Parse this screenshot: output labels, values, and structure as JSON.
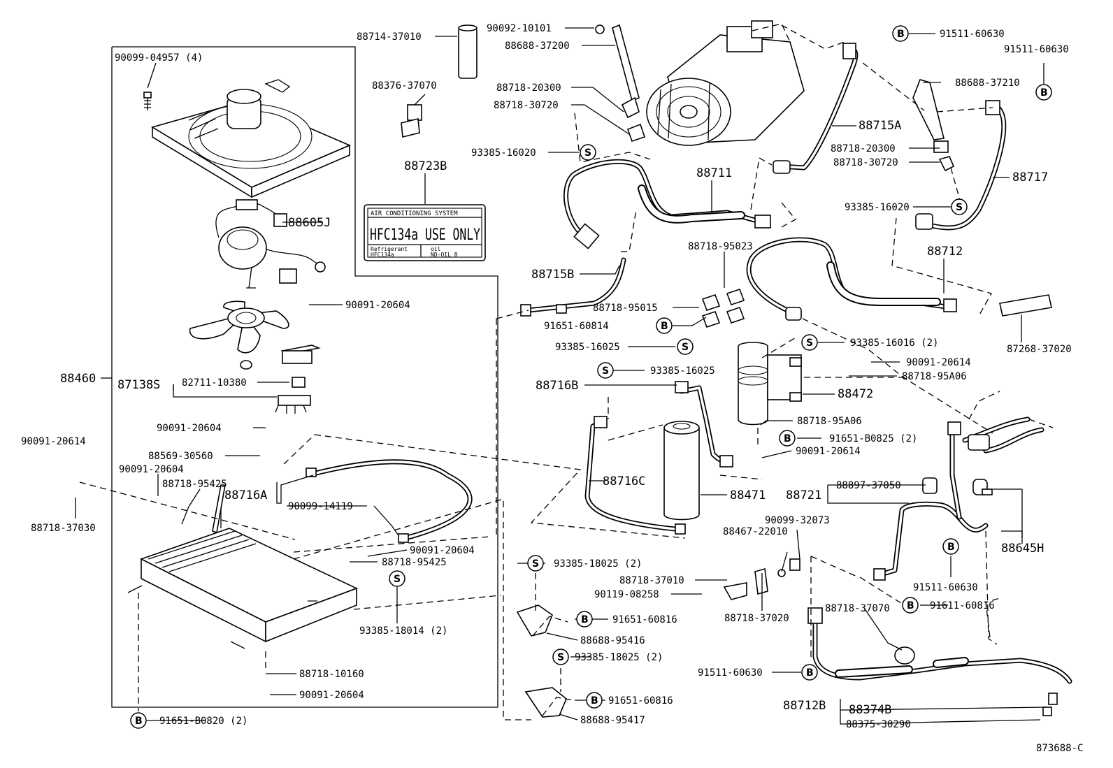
{
  "diagram_id": "873688-C",
  "symbols": {
    "s": "S",
    "b": "B"
  },
  "label_plate": {
    "title": "AIR CONDITIONING SYSTEM",
    "main": "HFC134a USE ONLY",
    "refrigerant_label": "Refrigerant",
    "refrigerant_value": "HFC134a",
    "oil_label": "oil",
    "oil_value": "ND-OIL 8"
  },
  "parts": {
    "p90099_04957": "90099-04957 (4)",
    "p88605J": "88605J",
    "p90091_20604_a": "90091-20604",
    "p88460": "88460",
    "p87138S": "87138S",
    "p82711_10380": "82711-10380",
    "p90091_20604_b": "90091-20604",
    "p88569_30560": "88569-30560",
    "p90091_20614_a": "90091-20614",
    "p90091_20604_c": "90091-20604",
    "p88718_95425_a": "88718-95425",
    "p88716A": "88716A",
    "p90099_14119": "90099-14119",
    "p88718_37030": "88718-37030",
    "p90091_20604_d": "90091-20604",
    "p88718_95425_b": "88718-95425",
    "p93385_18014": "93385-18014 (2)",
    "p88718_10160": "88718-10160",
    "p90091_20604_e": "90091-20604",
    "p91651_B0820": "91651-B0820 (2)",
    "p88714_37010": "88714-37010",
    "p90092_10101": "90092-10101",
    "p88688_37200": "88688-37200",
    "p88376_37070": "88376-37070",
    "p88718_20300_a": "88718-20300",
    "p88718_30720_a": "88718-30720",
    "p93385_16020_a": "93385-16020",
    "p88723B": "88723B",
    "p88711": "88711",
    "p88715B": "88715B",
    "p91511_60630_a": "91511-60630",
    "p91511_60630_b": "91511-60630",
    "p88688_37210": "88688-37210",
    "p88715A": "88715A",
    "p88718_20300_b": "88718-20300",
    "p88718_30720_b": "88718-30720",
    "p88717": "88717",
    "p93385_16020_b": "93385-16020",
    "p88712": "88712",
    "p88718_95023": "88718-95023",
    "p88718_95015": "88718-95015",
    "p91651_60814": "91651-60814",
    "p93385_16025_a": "93385-16025",
    "p93385_16025_b": "93385-16025",
    "p88716B": "88716B",
    "p93385_16016": "93385-16016 (2)",
    "p90091_20614_b": "90091-20614",
    "p88718_95A06_a": "88718-95A06",
    "p88472": "88472",
    "p87268_37020": "87268-37020",
    "p88718_95A06_b": "88718-95A06",
    "p91651_B0825": "91651-B0825 (2)",
    "p90091_20614_c": "90091-20614",
    "p88716C": "88716C",
    "p88471": "88471",
    "p88721": "88721",
    "p88897_37050": "88897-37050",
    "p88645H": "88645H",
    "p90099_32073": "90099-32073",
    "p88467_22010": "88467-22010",
    "p93385_18025_a": "93385-18025 (2)",
    "p88718_37010": "88718-37010",
    "p90119_08258": "90119-08258",
    "p88718_37020": "88718-37020",
    "p91651_60816_a": "91651-60816",
    "p88688_95416": "88688-95416",
    "p91511_60630_c": "91511-60630",
    "p91611_60816": "91611-60816",
    "p88718_37070": "88718-37070",
    "p93385_18025_b": "93385-18025 (2)",
    "p91651_60816_b": "91651-60816",
    "p88688_95417": "88688-95417",
    "p91511_60630_d": "91511-60630",
    "p88712B": "88712B",
    "p88374B": "88374B",
    "p88375_30290": "88375-30290"
  }
}
